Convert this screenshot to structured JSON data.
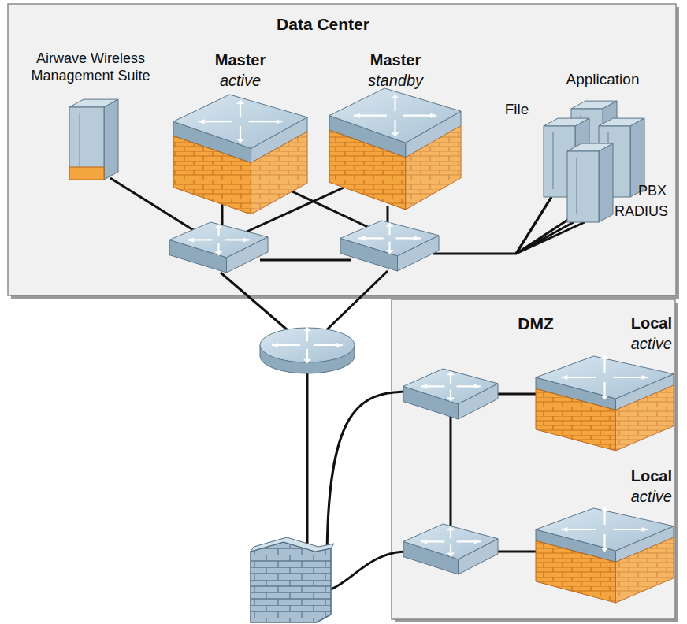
{
  "diagram": {
    "nodes": [
      {
        "text": [
          "Data Center"
        ]
      },
      {
        "text": [
          "Airwave Wireless Management Suite"
        ],
        "in": 0
      },
      {
        "text": [
          "Master",
          "active"
        ],
        "in": 0
      },
      {
        "text": [
          "Master",
          "standby"
        ],
        "in": 0
      },
      {
        "text": [
          "Application",
          "File",
          "PBX",
          "RADIUS"
        ],
        "in": 0
      },
      {
        "text": [
          "DMZ"
        ]
      },
      {
        "text": [
          "Local",
          "active"
        ],
        "in": 5
      },
      {
        "text": [
          "Local",
          "active"
        ],
        "in": 5
      }
    ]
  }
}
